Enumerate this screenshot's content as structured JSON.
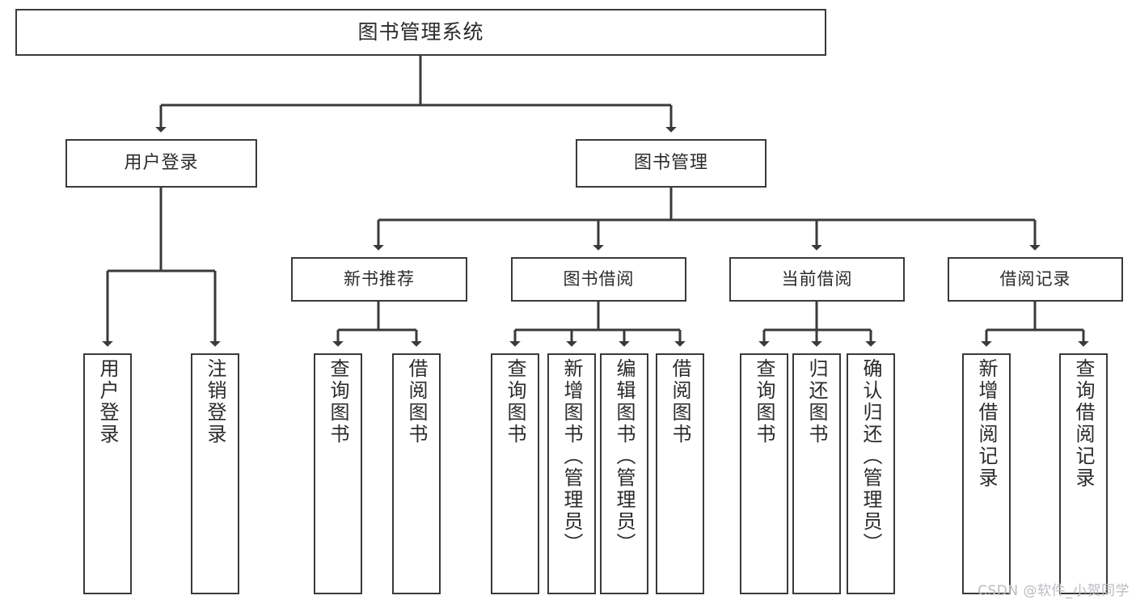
{
  "diagram": {
    "type": "tree",
    "title": "图书管理系统",
    "theme": {
      "background": "#ffffff",
      "box_border": "#3a3a3a",
      "box_fill": "#ffffff",
      "text": "#2b2b2b",
      "connector": "#3a3a3a",
      "watermark": "#b9bcc0"
    },
    "root": {
      "label": "图书管理系统"
    },
    "level1": [
      {
        "label": "用户登录"
      },
      {
        "label": "图书管理"
      }
    ],
    "level2": [
      {
        "label": "新书推荐"
      },
      {
        "label": "图书借阅"
      },
      {
        "label": "当前借阅"
      },
      {
        "label": "借阅记录"
      }
    ],
    "leaves": {
      "user_login": [
        {
          "label": "用户登录"
        },
        {
          "label": "注销登录"
        }
      ],
      "new_book": [
        {
          "label": "查询图书"
        },
        {
          "label": "借阅图书"
        }
      ],
      "book_borrow": [
        {
          "label": "查询图书"
        },
        {
          "label": "新增图书（管理员）"
        },
        {
          "label": "编辑图书（管理员）"
        },
        {
          "label": "借阅图书"
        }
      ],
      "current_borrow": [
        {
          "label": "查询图书"
        },
        {
          "label": "归还图书"
        },
        {
          "label": "确认归还（管理员）"
        }
      ],
      "borrow_record": [
        {
          "label": "新增借阅记录"
        },
        {
          "label": "查询借阅记录"
        }
      ]
    }
  },
  "watermark": {
    "text": "CSDN @软件_小贺同学"
  }
}
